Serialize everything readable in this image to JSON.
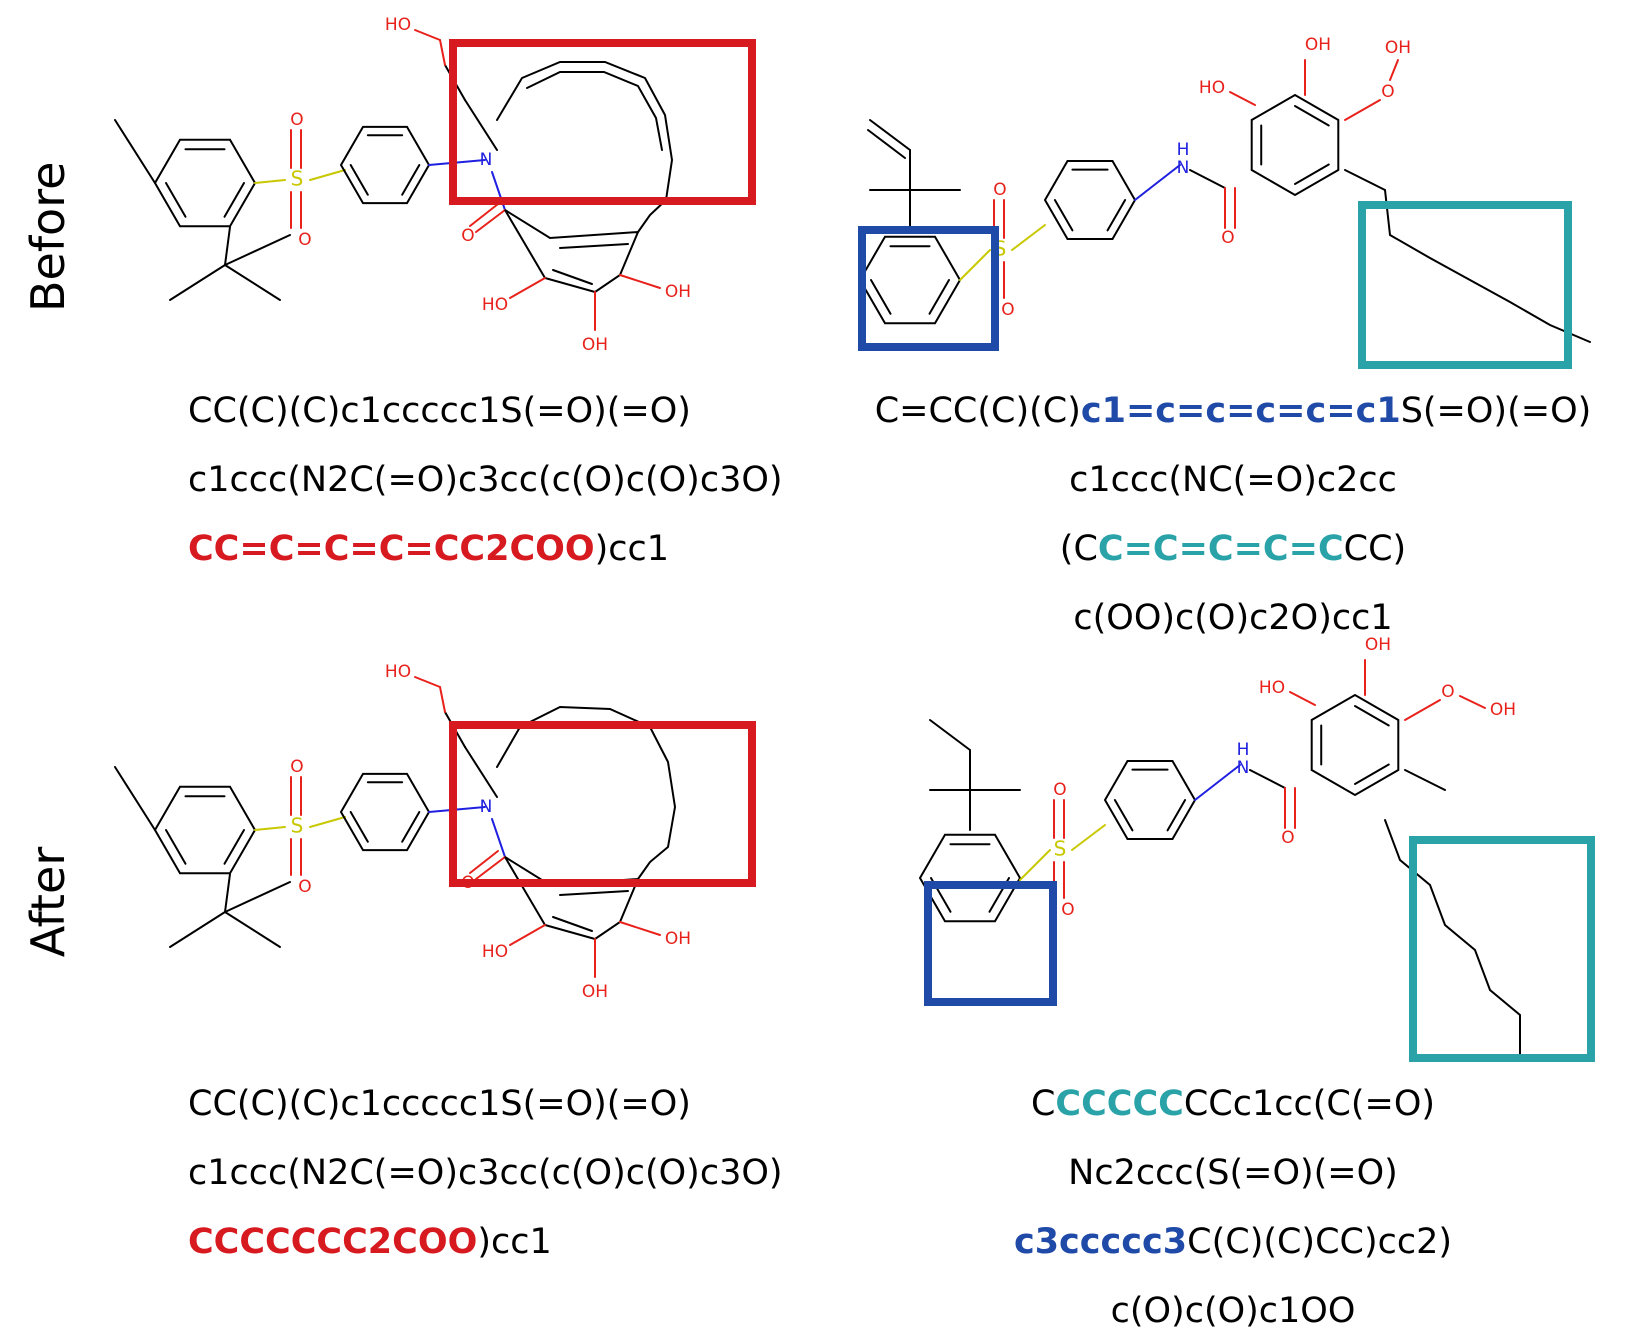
{
  "rows": {
    "before": "Before",
    "after": "After"
  },
  "colors": {
    "red": "#d71920",
    "blue": "#1f4aa8",
    "teal": "#2aa3a8",
    "atom_red": "#e8211b",
    "nitrogen": "#2020e0",
    "sulfur": "#c8c800"
  },
  "atoms": {
    "ho": "HO",
    "oh": "OH",
    "o": "O",
    "n": "N",
    "s": "S",
    "h": "H"
  },
  "smiles": {
    "before_left": [
      [
        {
          "t": "CC(C)(C)c1ccccc1S(=O)(=O)",
          "c": ""
        }
      ],
      [
        {
          "t": "c1ccc(N2C(=O)c3cc(c(O)c(O)c3O)",
          "c": ""
        }
      ],
      [
        {
          "t": "CC=C=C=C=CC2COO",
          "c": "red"
        },
        {
          "t": ")cc1",
          "c": ""
        }
      ]
    ],
    "before_right": [
      [
        {
          "t": "C=CC(C)(C)",
          "c": ""
        },
        {
          "t": "c1=c=c=c=c=c1",
          "c": "blue"
        },
        {
          "t": "S(=O)(=O)",
          "c": ""
        }
      ],
      [
        {
          "t": "c1ccc(NC(=O)c2cc",
          "c": ""
        }
      ],
      [
        {
          "t": "(C",
          "c": ""
        },
        {
          "t": "C=C=C=C=C",
          "c": "teal"
        },
        {
          "t": "CC)",
          "c": ""
        }
      ],
      [
        {
          "t": "c(OO)c(O)c2O)cc1",
          "c": ""
        }
      ]
    ],
    "after_left": [
      [
        {
          "t": "CC(C)(C)c1ccccc1S(=O)(=O)",
          "c": ""
        }
      ],
      [
        {
          "t": "c1ccc(N2C(=O)c3cc(c(O)c(O)c3O)",
          "c": ""
        }
      ],
      [
        {
          "t": "CCCCCCC2COO",
          "c": "red"
        },
        {
          "t": ")cc1",
          "c": ""
        }
      ]
    ],
    "after_right": [
      [
        {
          "t": "C",
          "c": ""
        },
        {
          "t": "CCCCC",
          "c": "teal"
        },
        {
          "t": "CCc1cc(C(=O)",
          "c": ""
        }
      ],
      [
        {
          "t": "Nc2ccc(S(=O)(=O)",
          "c": ""
        }
      ],
      [
        {
          "t": "c3ccccc3",
          "c": "blue"
        },
        {
          "t": "C(C)(C)CC)cc2)",
          "c": ""
        }
      ],
      [
        {
          "t": "c(O)c(O)c1OO",
          "c": ""
        }
      ]
    ]
  }
}
